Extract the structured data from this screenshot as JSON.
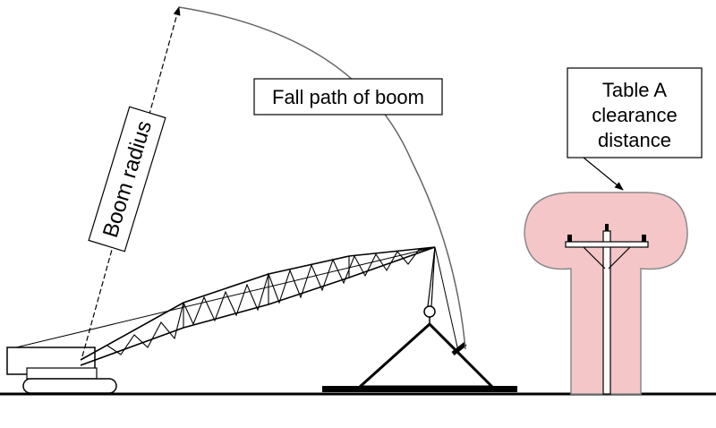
{
  "labels": {
    "boom_radius": "Boom radius",
    "fall_path": "Fall path of boom",
    "clearance_line1": "Table A",
    "clearance_line2": "clearance",
    "clearance_line3": "distance"
  },
  "colors": {
    "clearance_zone": "#f4c6c8",
    "stroke": "#000000",
    "background": "#ffffff"
  }
}
